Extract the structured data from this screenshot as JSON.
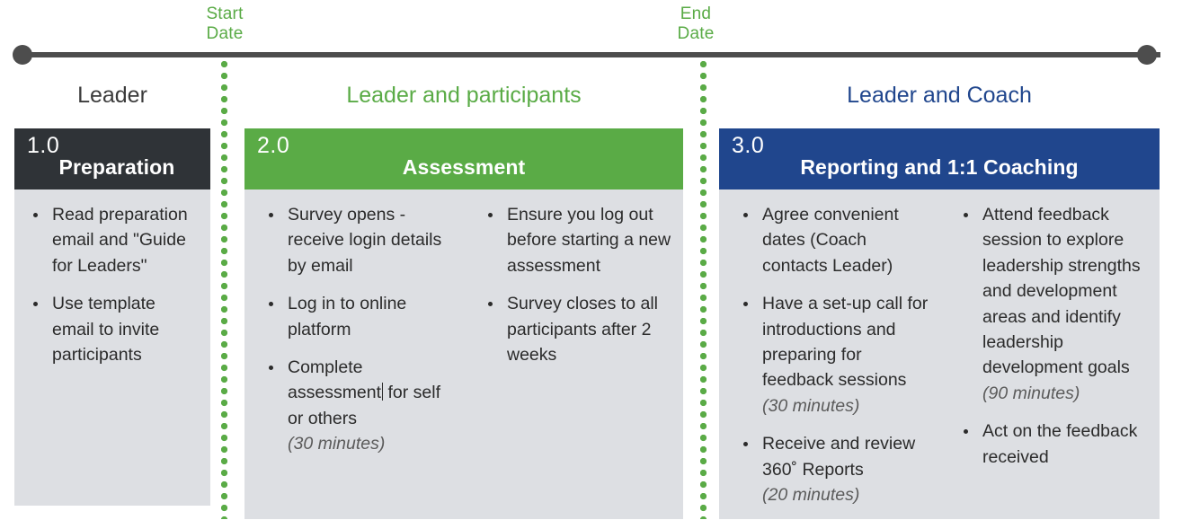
{
  "timeline": {
    "start_marker": "Start\nDate",
    "start_marker_line1": "Start",
    "start_marker_line2": "Date",
    "end_marker_line1": "End",
    "end_marker_line2": "Date",
    "bar_color": "#4d4d4d",
    "marker_color": "#5aab46"
  },
  "audiences": [
    {
      "label": "Leader",
      "color": "#3b3b3b"
    },
    {
      "label": "Leader and participants",
      "color": "#5aab46"
    },
    {
      "label": "Leader and Coach",
      "color": "#20468d"
    }
  ],
  "phases": [
    {
      "number": "1.0",
      "title": "Preparation",
      "header_color": "#2f3337",
      "columns": [
        {
          "items": [
            {
              "text": "Read preparation email and \"Guide for Leaders\"",
              "note": ""
            },
            {
              "text": "Use template email to invite participants",
              "note": ""
            }
          ]
        }
      ]
    },
    {
      "number": "2.0",
      "title": "Assessment",
      "header_color": "#5aab46",
      "columns": [
        {
          "items": [
            {
              "text": "Survey opens - receive login details by email",
              "note": ""
            },
            {
              "text": "Log in to online platform",
              "note": ""
            },
            {
              "text": "Complete assessment",
              "caret": true,
              "text_tail": " for self or others",
              "note": "(30 minutes)"
            }
          ]
        },
        {
          "items": [
            {
              "text": "Ensure you log out before starting a new assessment",
              "note": ""
            },
            {
              "text": "Survey closes to all participants after 2 weeks",
              "note": ""
            }
          ]
        }
      ]
    },
    {
      "number": "3.0",
      "title": "Reporting and 1:1 Coaching",
      "header_color": "#20468d",
      "columns": [
        {
          "items": [
            {
              "text": "Agree convenient dates (Coach contacts Leader)",
              "note": ""
            },
            {
              "text": "Have a set-up call for introductions and preparing for feedback sessions",
              "note": "(30 minutes)"
            },
            {
              "text": "Receive and review 360˚ Reports",
              "note": "(20 minutes)"
            }
          ]
        },
        {
          "items": [
            {
              "text": "Attend feedback session to explore leadership strengths and development areas and identify leadership development goals",
              "note": "(90 minutes)"
            },
            {
              "text": "Act on the feedback received",
              "note": ""
            }
          ]
        }
      ]
    }
  ]
}
